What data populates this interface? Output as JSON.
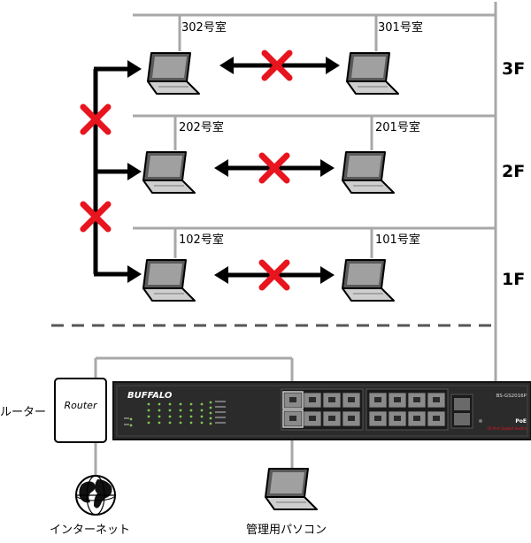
{
  "floors": [
    {
      "label": "3F",
      "rooms": [
        "302号室",
        "301号室"
      ]
    },
    {
      "label": "2F",
      "rooms": [
        "202号室",
        "201号室"
      ]
    },
    {
      "label": "1F",
      "rooms": [
        "102号室",
        "101号室"
      ]
    }
  ],
  "router": {
    "label": "Router",
    "caption": "ルーター"
  },
  "internet": {
    "caption": "インターネット"
  },
  "admin_pc": {
    "caption": "管理用パソコン"
  },
  "switch": {
    "brand": "BUFFALO",
    "model": "BS-GS2016P",
    "poe_label": "PoE",
    "desc": "16 Port Gigabit Switch"
  },
  "colors": {
    "line": "#a8a8a8",
    "arrow": "#000000",
    "cross": "#e8141e",
    "switch_body": "#2b2b2b"
  }
}
